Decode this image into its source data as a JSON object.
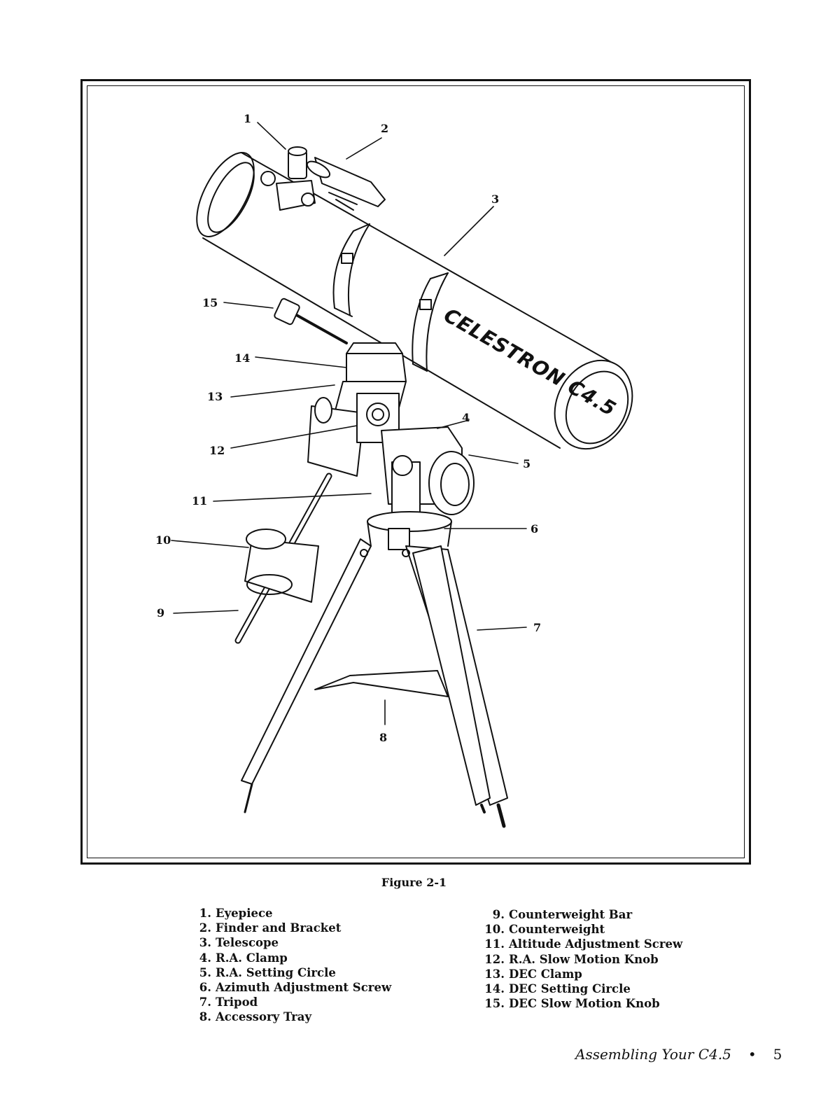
{
  "figure": {
    "callouts": [
      "1",
      "2",
      "3",
      "4",
      "5",
      "6",
      "7",
      "8",
      "9",
      "10",
      "11",
      "12",
      "13",
      "14",
      "15"
    ],
    "brand": "CELESTRON C4.5",
    "caption": "Figure 2-1"
  },
  "legend_left": [
    {
      "num": "1.",
      "label": "Eyepiece"
    },
    {
      "num": "2.",
      "label": "Finder and Bracket"
    },
    {
      "num": "3.",
      "label": "Telescope"
    },
    {
      "num": "4.",
      "label": "R.A. Clamp"
    },
    {
      "num": "5.",
      "label": "R.A. Setting Circle"
    },
    {
      "num": "6.",
      "label": "Azimuth Adjustment Screw"
    },
    {
      "num": "7.",
      "label": "Tripod"
    },
    {
      "num": "8.",
      "label": "Accessory Tray"
    }
  ],
  "legend_right": [
    {
      "num": "9.",
      "label": "Counterweight Bar"
    },
    {
      "num": "10.",
      "label": "Counterweight"
    },
    {
      "num": "11.",
      "label": "Altitude Adjustment Screw"
    },
    {
      "num": "12.",
      "label": "R.A. Slow Motion Knob"
    },
    {
      "num": "13.",
      "label": "DEC Clamp"
    },
    {
      "num": "14.",
      "label": "DEC Setting Circle"
    },
    {
      "num": "15.",
      "label": "DEC Slow Motion Knob"
    }
  ],
  "footer": {
    "section": "Assembling Your C4.5",
    "bullet": "•",
    "page": "5"
  }
}
